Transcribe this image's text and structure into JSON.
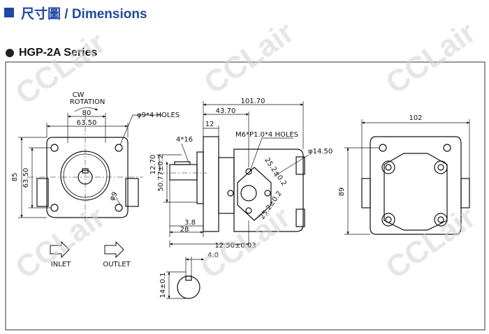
{
  "header": {
    "title": "尺寸圖 / Dimensions"
  },
  "series": {
    "title": "HGP-2A Series"
  },
  "watermark": "CCLair",
  "front_view": {
    "rotation_line1": "CW",
    "rotation_line2": "ROTATION",
    "dim_80": "80",
    "dim_63_50_top": "63.50",
    "holes": "φ9*4  HOLES",
    "dim_85": "85",
    "dim_63_50_left": "63.50",
    "dim_phi9": "φ9",
    "inlet": "INLET",
    "outlet": "OUTLET"
  },
  "side_view": {
    "dim_101_70": "101.70",
    "dim_43_70": "43.70",
    "dim_12": "12",
    "thread": "M6*P1.0*4  HOLES",
    "dim_14_50": "φ14.50",
    "dim_4x16": "4*16",
    "dim_12_70": "12.70",
    "dim_50_77": "50.77±0.2",
    "dim_25_2_a": "25.2±0.2",
    "dim_25_2_b": "25.2±0.2",
    "dim_3_8": "3.8",
    "dim_28": "28",
    "dim_12_50": "12.50±0.03"
  },
  "shaft_detail": {
    "dim_4_0": "4.0",
    "dim_14": "14±0.1"
  },
  "rear_view": {
    "dim_102": "102",
    "dim_89": "89"
  }
}
